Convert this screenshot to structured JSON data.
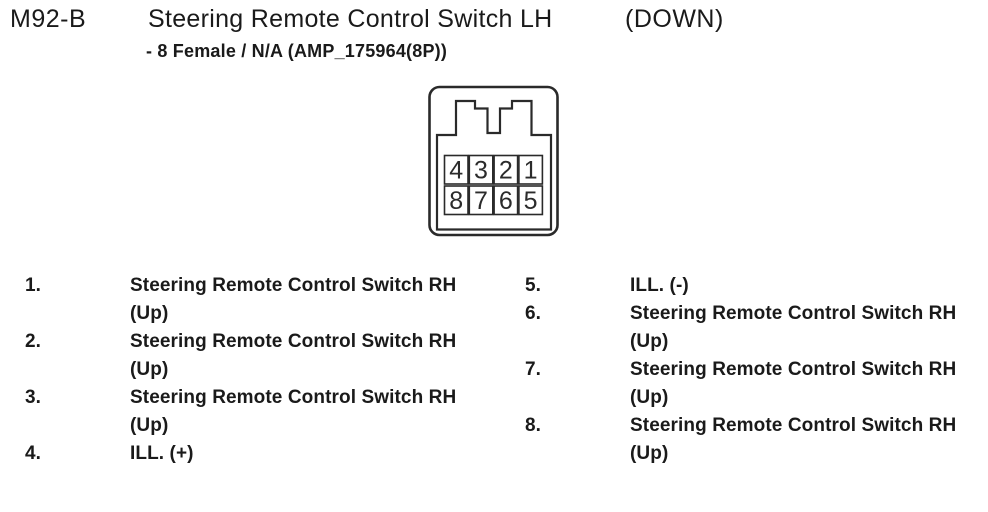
{
  "header": {
    "code": "M92-B",
    "title": "Steering Remote Control Switch LH",
    "direction": "(DOWN)",
    "subtitle": "- 8 Female / N/A (AMP_175964(8P))"
  },
  "connector": {
    "pin_grid": [
      [
        "4",
        "3",
        "2",
        "1"
      ],
      [
        "8",
        "7",
        "6",
        "5"
      ]
    ]
  },
  "pins": {
    "left": [
      {
        "num": "1.",
        "lines": [
          "Steering Remote Control Switch RH",
          "(Up)"
        ]
      },
      {
        "num": "2.",
        "lines": [
          "Steering Remote Control Switch RH",
          "(Up)"
        ]
      },
      {
        "num": "3.",
        "lines": [
          "Steering Remote Control Switch RH",
          "(Up)"
        ]
      },
      {
        "num": "4.",
        "lines": [
          "ILL. (+)"
        ]
      }
    ],
    "right": [
      {
        "num": "5.",
        "lines": [
          "ILL. (-)"
        ]
      },
      {
        "num": "6.",
        "lines": [
          "Steering Remote Control Switch RH",
          "(Up)"
        ]
      },
      {
        "num": "7.",
        "lines": [
          "Steering Remote Control Switch RH",
          "(Up)"
        ]
      },
      {
        "num": "8.",
        "lines": [
          "Steering Remote Control Switch RH",
          "(Up)"
        ]
      }
    ]
  },
  "colors": {
    "ink": "#1a1a1a",
    "line": "#2a2a2a",
    "background": "#ffffff"
  }
}
